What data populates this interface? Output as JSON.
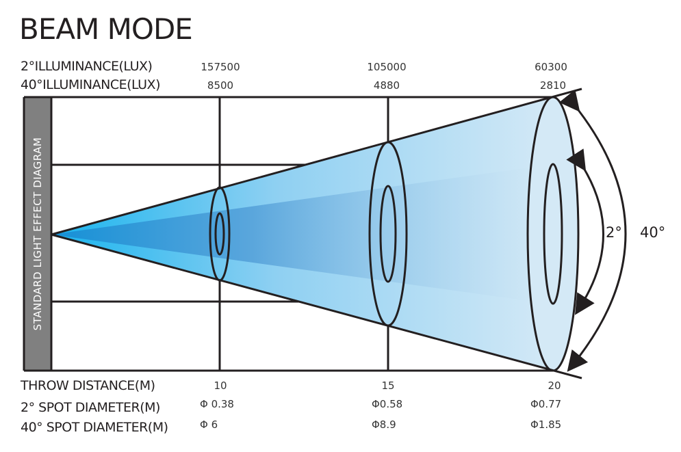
{
  "title": "BEAM MODE",
  "side_label": "STANDARD LIGHT EFFECT DIAGRAM",
  "rows": {
    "lux2_label": "2°ILLUMINANCE(LUX)",
    "lux40_label": "40°ILLUMINANCE(LUX)",
    "throw_label": "THROW DISTANCE(M)",
    "spot2_label": "2°  SPOT DIAMETER(M)",
    "spot40_label": "40°  SPOT DIAMETER(M)"
  },
  "columns": [
    {
      "distance": "10",
      "lux2": "157500",
      "lux40": "8500",
      "spot2": "Φ 0.38",
      "spot40": "Φ 6"
    },
    {
      "distance": "15",
      "lux2": "105000",
      "lux40": "4880",
      "spot2": "Φ0.58",
      "spot40": "Φ8.9"
    },
    {
      "distance": "20",
      "lux2": "60300",
      "lux40": "2810",
      "spot2": "Φ0.77",
      "spot40": "Φ1.85"
    }
  ],
  "angles": {
    "narrow": "2°",
    "wide": "40°"
  },
  "colors": {
    "beam_light": "#cfe6f5",
    "beam_bright": "#1aa7e6",
    "beam_core": "#1e88c8",
    "line": "#231f20",
    "side_bar": "#808080"
  }
}
